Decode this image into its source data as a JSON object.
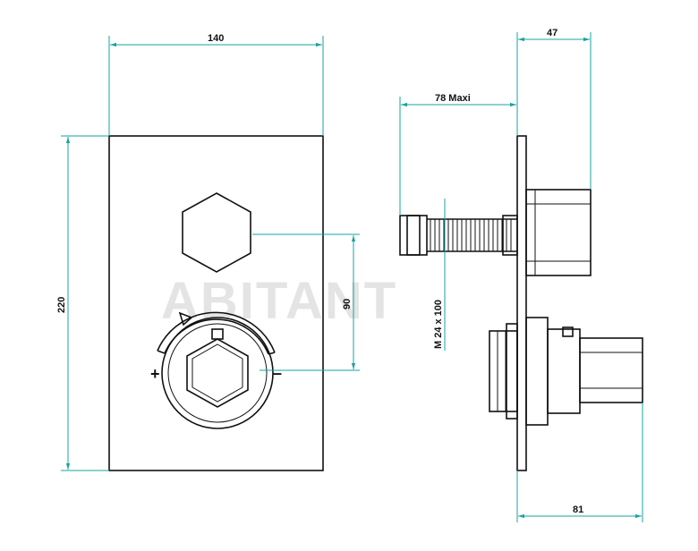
{
  "dimensions": {
    "width_front": "140",
    "height_front": "220",
    "hex_to_knob": "90",
    "depth_top": "47",
    "depth_stem": "78  Maxi",
    "depth_bottom": "81",
    "thread": "M  24 x 100"
  },
  "watermark": "ABITANT",
  "controls": {
    "plus_symbol": "+",
    "minus_symbol": "–"
  },
  "colors": {
    "dimension_line": "#17a3a0",
    "outline": "#111111",
    "watermark": "#e4e4e4"
  }
}
